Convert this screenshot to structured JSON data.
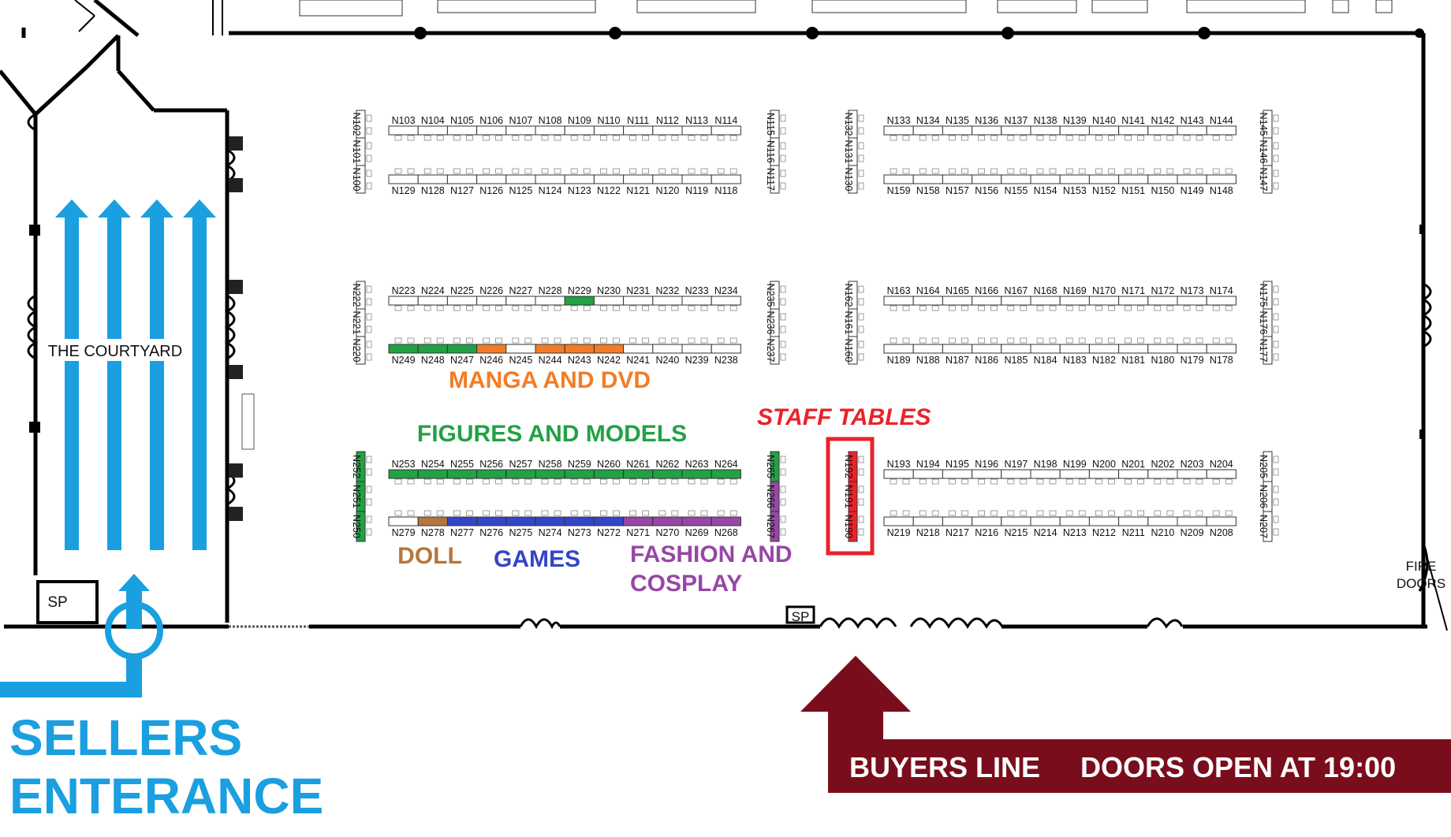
{
  "colors": {
    "blue": "#1a9fe0",
    "red": "#e8232a",
    "green": "#22a145",
    "orange": "#f47c25",
    "brown": "#b5763d",
    "purple": "#9747a6",
    "indigo": "#3346c7",
    "maroon": "#7a0d1c"
  },
  "labels": {
    "courtyard": "THE COURTYARD",
    "sp1": "SP",
    "sp2": "SP",
    "fire_doors_line1": "FIRE",
    "fire_doors_line2": "DOORS",
    "sellers_line1": "SELLERS",
    "sellers_line2": "ENTERANCE",
    "buyers_line": "BUYERS LINE",
    "doors_open": "DOORS OPEN AT 19:00",
    "staff_tables": "STAFF TABLES",
    "manga_dvd": "MANGA AND DVD",
    "figures_models": "FIGURES AND MODELS",
    "doll": "DOLL",
    "games": "GAMES",
    "fashion_line1": "FASHION AND",
    "fashion_line2": "COSPLAY"
  },
  "booths": {
    "row_a_top": [
      "N103",
      "N104",
      "N105",
      "N106",
      "N107",
      "N108",
      "N109",
      "N110",
      "N111",
      "N112",
      "N113",
      "N114"
    ],
    "row_a_bottom": [
      "N129",
      "N128",
      "N127",
      "N126",
      "N125",
      "N124",
      "N123",
      "N122",
      "N121",
      "N120",
      "N119",
      "N118"
    ],
    "row_b_top": [
      "N133",
      "N134",
      "N135",
      "N136",
      "N137",
      "N138",
      "N139",
      "N140",
      "N141",
      "N142",
      "N143",
      "N144"
    ],
    "row_b_bottom": [
      "N159",
      "N158",
      "N157",
      "N156",
      "N155",
      "N154",
      "N153",
      "N152",
      "N151",
      "N150",
      "N149",
      "N148"
    ],
    "row_c_top": [
      "N223",
      "N224",
      "N225",
      "N226",
      "N227",
      "N228",
      "N229",
      "N230",
      "N231",
      "N232",
      "N233",
      "N234"
    ],
    "row_c_bottom": [
      "N249",
      "N248",
      "N247",
      "N246",
      "N245",
      "N244",
      "N243",
      "N242",
      "N241",
      "N240",
      "N239",
      "N238"
    ],
    "row_d_top": [
      "N163",
      "N164",
      "N165",
      "N166",
      "N167",
      "N168",
      "N169",
      "N170",
      "N171",
      "N172",
      "N173",
      "N174"
    ],
    "row_d_bottom": [
      "N189",
      "N188",
      "N187",
      "N186",
      "N185",
      "N184",
      "N183",
      "N182",
      "N181",
      "N180",
      "N179",
      "N178"
    ],
    "row_e_top": [
      "N253",
      "N254",
      "N255",
      "N256",
      "N257",
      "N258",
      "N259",
      "N260",
      "N261",
      "N262",
      "N263",
      "N264"
    ],
    "row_e_bottom": [
      "N279",
      "N278",
      "N277",
      "N276",
      "N275",
      "N274",
      "N273",
      "N272",
      "N271",
      "N270",
      "N269",
      "N268"
    ],
    "row_f_top": [
      "N193",
      "N194",
      "N195",
      "N196",
      "N197",
      "N198",
      "N199",
      "N200",
      "N201",
      "N202",
      "N203",
      "N204"
    ],
    "row_f_bottom": [
      "N219",
      "N218",
      "N217",
      "N216",
      "N215",
      "N214",
      "N213",
      "N212",
      "N211",
      "N210",
      "N209",
      "N208"
    ],
    "vert_102": [
      "N102",
      "N101",
      "N100"
    ],
    "vert_115": [
      "N115",
      "N116",
      "N117"
    ],
    "vert_132": [
      "N132",
      "N131",
      "N130"
    ],
    "vert_145": [
      "N145",
      "N146",
      "N147"
    ],
    "vert_222": [
      "N222",
      "N221",
      "N220"
    ],
    "vert_235": [
      "N235",
      "N236",
      "N237"
    ],
    "vert_162": [
      "N162",
      "N161",
      "N160"
    ],
    "vert_175": [
      "N175",
      "N176",
      "N177"
    ],
    "vert_252": [
      "N252",
      "N251",
      "N250"
    ],
    "vert_265": [
      "N265",
      "N266",
      "N267"
    ],
    "vert_192": [
      "N192",
      "N191",
      "N190"
    ],
    "vert_205": [
      "N205",
      "N206",
      "N207"
    ]
  },
  "categories": {
    "row_c_top_fill": [
      "",
      "",
      "",
      "",
      "",
      "",
      "green",
      "",
      "",
      "",
      "",
      ""
    ],
    "row_c_bottom_fill": [
      "green",
      "green",
      "green",
      "orange",
      "",
      "orange",
      "orange",
      "orange",
      "",
      "",
      "",
      ""
    ],
    "row_e_top_fill": [
      "green",
      "green",
      "green",
      "green",
      "green",
      "green",
      "green",
      "green",
      "green",
      "green",
      "green",
      "green"
    ],
    "row_e_bottom_fill": [
      "",
      "brown",
      "indigo",
      "indigo",
      "indigo",
      "indigo",
      "indigo",
      "indigo",
      "purple",
      "purple",
      "purple",
      "purple"
    ],
    "vert_252_fill": [
      "green",
      "green",
      "green"
    ],
    "vert_265_fill": [
      "green",
      "purple",
      "purple"
    ],
    "vert_192_fill": [
      "red",
      "red",
      "red"
    ]
  }
}
